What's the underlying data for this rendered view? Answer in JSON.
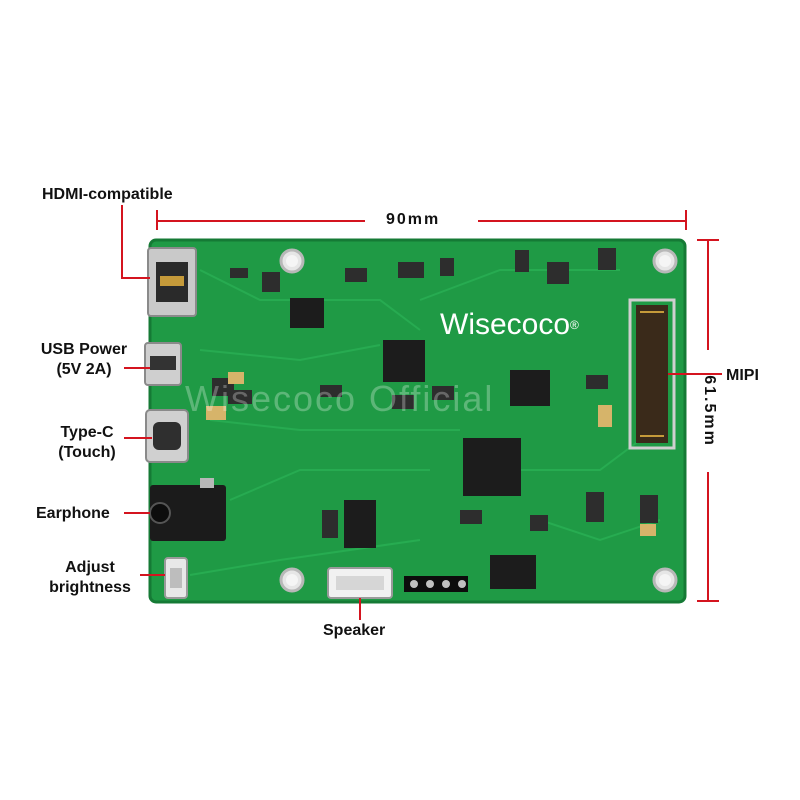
{
  "title": "",
  "dimensions": {
    "width": "90mm",
    "height": "61.5mm"
  },
  "brand": "Wisecoco",
  "brand_mark": "®",
  "watermark": "Wisecoco Official",
  "labels": {
    "hdmi": "HDMI-compatible",
    "usb_power_1": "USB Power",
    "usb_power_2": "(5V 2A)",
    "typec_1": "Type-C",
    "typec_2": "(Touch)",
    "earphone": "Earphone",
    "adjust_1": "Adjust",
    "adjust_2": "brightness",
    "speaker": "Speaker",
    "mipi": "MIPI"
  },
  "colors": {
    "board": "#1f9a45",
    "annotation": "#d4141f",
    "text": "#111111"
  }
}
